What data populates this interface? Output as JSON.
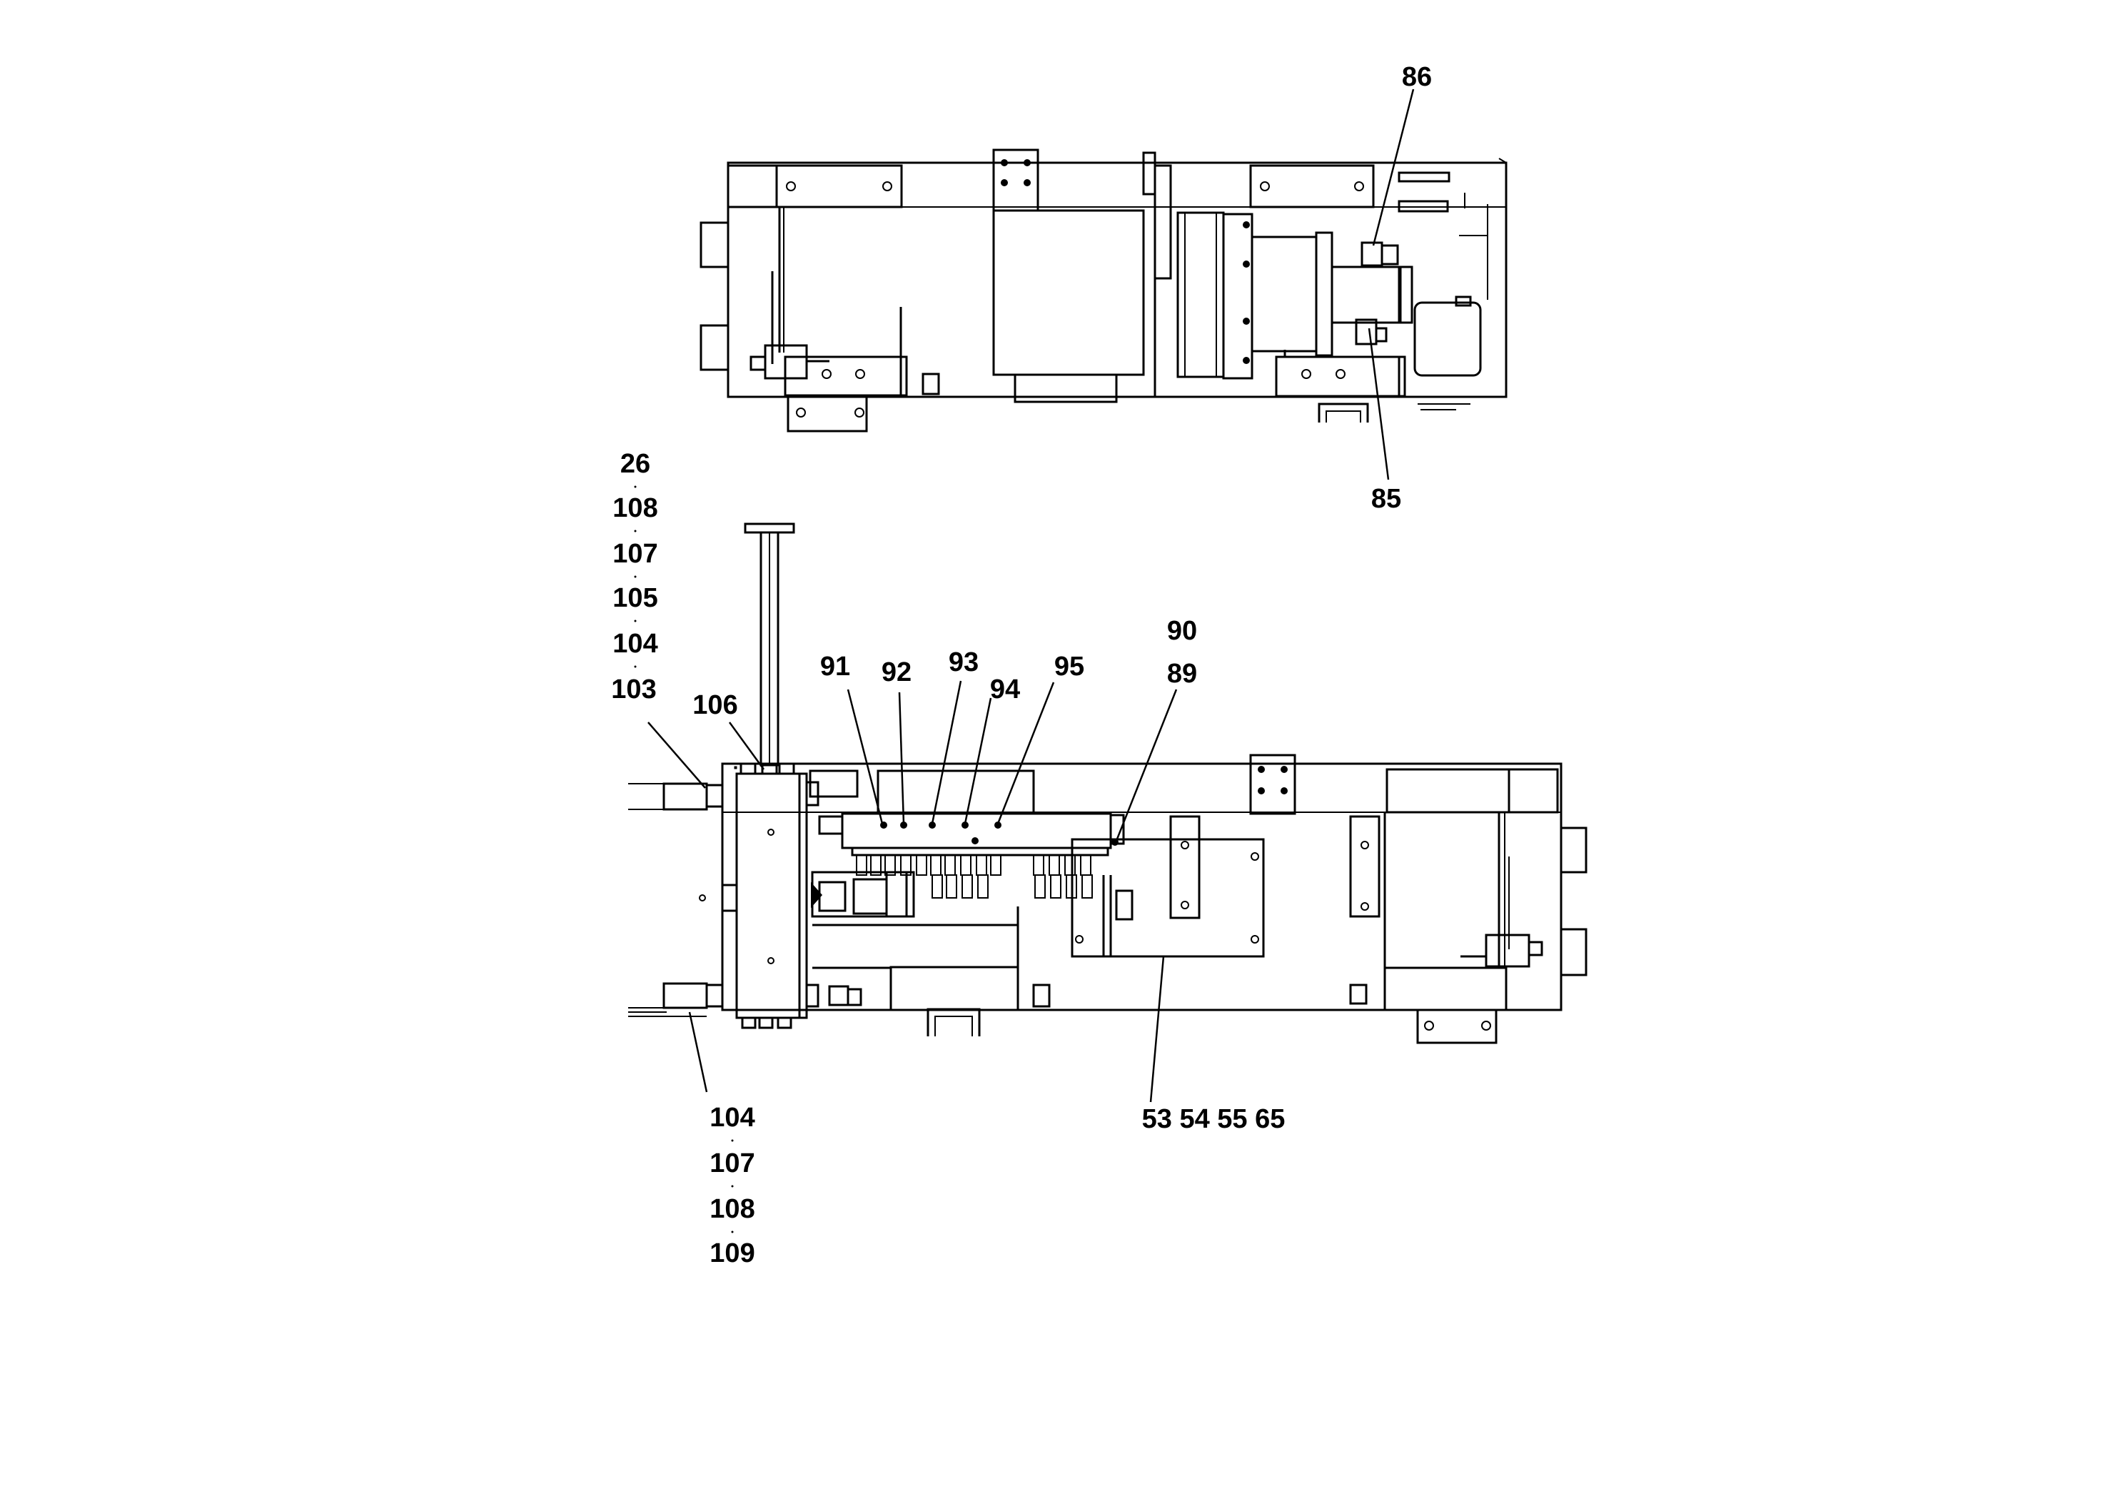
{
  "top_view": {
    "callouts": [
      "86",
      "85"
    ]
  },
  "bottom_view": {
    "stack_left_top": [
      "26",
      "108",
      "107",
      "105",
      "104",
      "103"
    ],
    "label_106": "106",
    "label_91": "91",
    "label_92": "92",
    "label_93": "93",
    "label_94": "94",
    "label_95": "95",
    "label_90": "90",
    "label_89": "89",
    "stack_left_bottom": [
      "104",
      "107",
      "108",
      "109"
    ],
    "group_bottom": "53 54 55 65"
  }
}
